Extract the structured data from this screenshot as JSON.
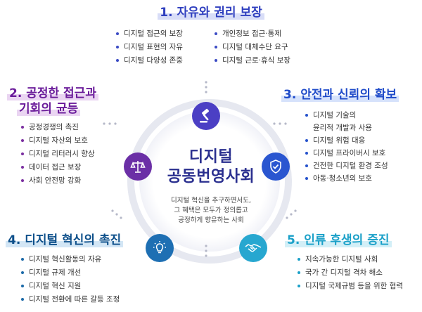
{
  "section1": {
    "title": "1. 자유와 권리 보장",
    "items": [
      "디지털 접근의 보장",
      "디지털 표현의 자유",
      "디지털 다양성 존중",
      "개인정보 접근·통제",
      "디지털 대체수단 요구",
      "디지털 근로·휴식 보장"
    ]
  },
  "section2": {
    "title_line1": "2. 공정한 접근과",
    "title_line2": "기회의 균등",
    "items": [
      "공정경쟁의 촉진",
      "디지털 자산의 보호",
      "디지털 리터러시 향상",
      "데이터 접근 보장",
      "사회 안전망 강화"
    ]
  },
  "section3": {
    "title": "3. 안전과 신뢰의 확보",
    "items": [
      "디지털 기술의",
      "윤리적 개발과 사용",
      "디지털 위험 대응",
      "디지털 프라이버시 보호",
      "건전한 디지털 환경 조성",
      "아동·청소년의 보호"
    ]
  },
  "section4": {
    "title": "4. 디지털 혁신의 촉진",
    "items": [
      "디지털 혁신활동의 자유",
      "디지털 규제 개선",
      "디지털 혁신 지원",
      "디지털 전환에 따른 갈등 조정"
    ]
  },
  "section5": {
    "title": "5. 인류 후생의 증진",
    "items": [
      "지속가능한 디지털 사회",
      "국가 간 디지털 격차 해소",
      "디지털 국제규범 등을 위한 협력"
    ]
  },
  "center": {
    "title_line1": "디지털",
    "title_line2": "공동번영사회",
    "desc_line1": "디지털 혁신을 추구하면서도,",
    "desc_line2": "그 혜택은 모두가 정의롭고",
    "desc_line3": "공정하게 향유하는 사회"
  },
  "icons": [
    "gavel-icon",
    "scales-icon",
    "shield-check-icon",
    "lightbulb-icon",
    "handshake-icon"
  ],
  "colors": {
    "gavel": "#4b3fc4",
    "scales": "#6b2fa6",
    "shield": "#2a56d0",
    "lightbulb": "#1e6fb3",
    "handshake": "#27a7d0",
    "ring": "#e4e6ef"
  }
}
